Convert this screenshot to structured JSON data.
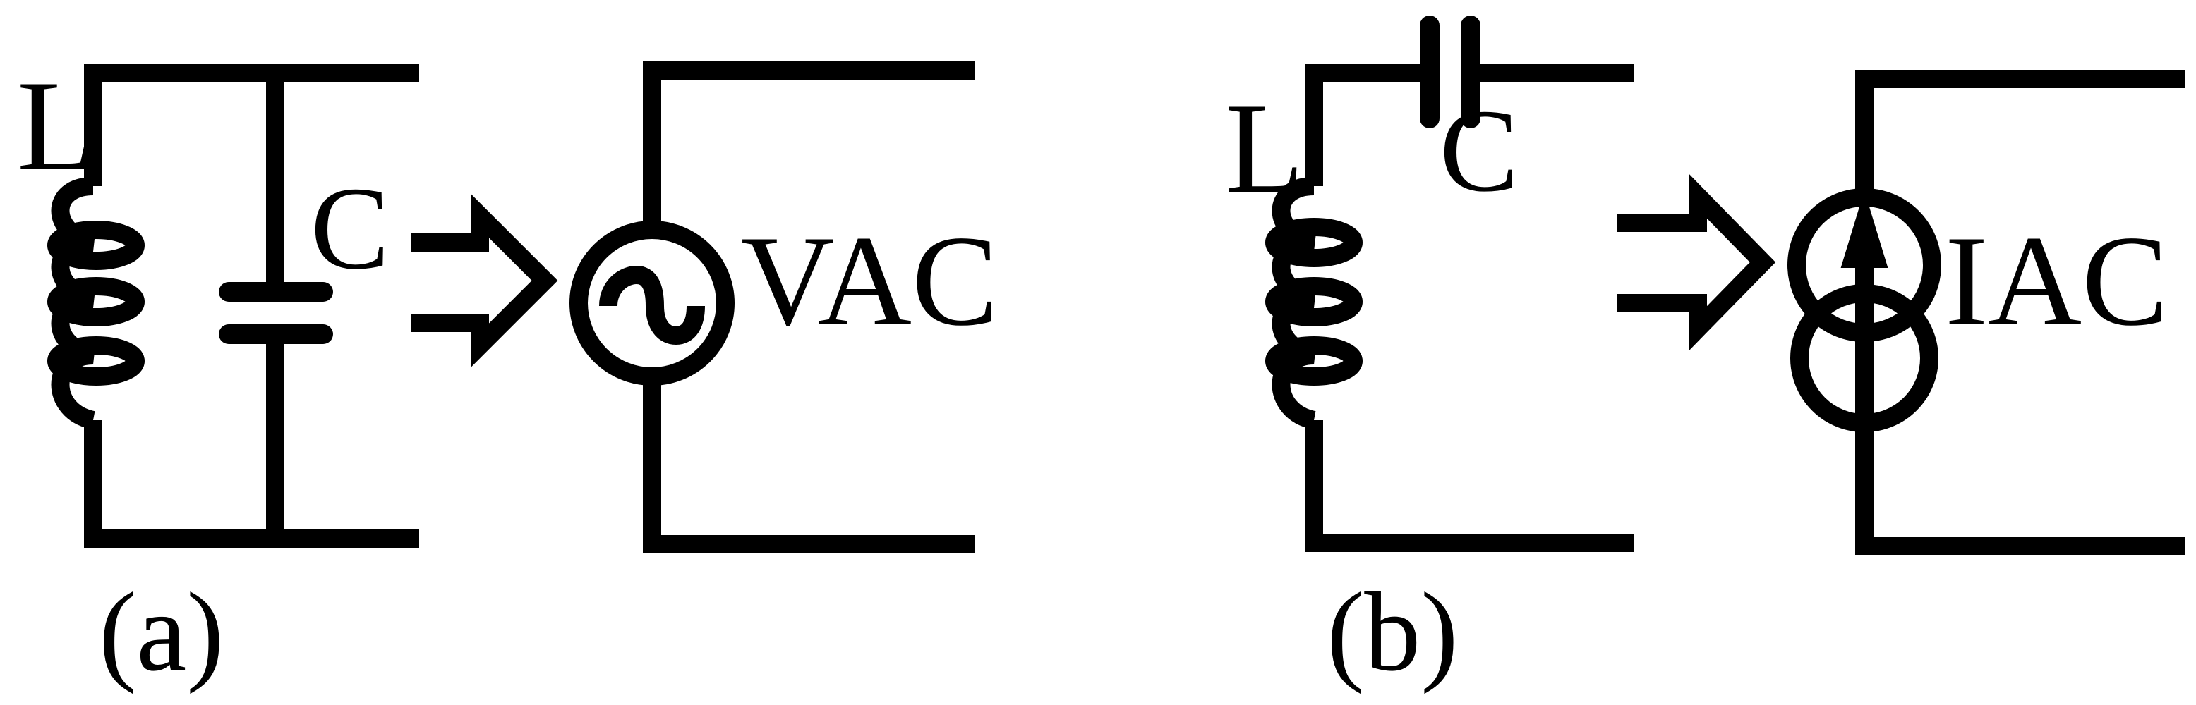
{
  "colors": {
    "stroke": "#000000",
    "background": "#ffffff"
  },
  "panel_a": {
    "inductor_label": "L",
    "capacitor_label": "C",
    "source_label": "VAC",
    "caption": "(a)"
  },
  "panel_b": {
    "inductor_label": "L",
    "capacitor_label": "C",
    "source_label": "IAC",
    "caption": "(b)"
  }
}
